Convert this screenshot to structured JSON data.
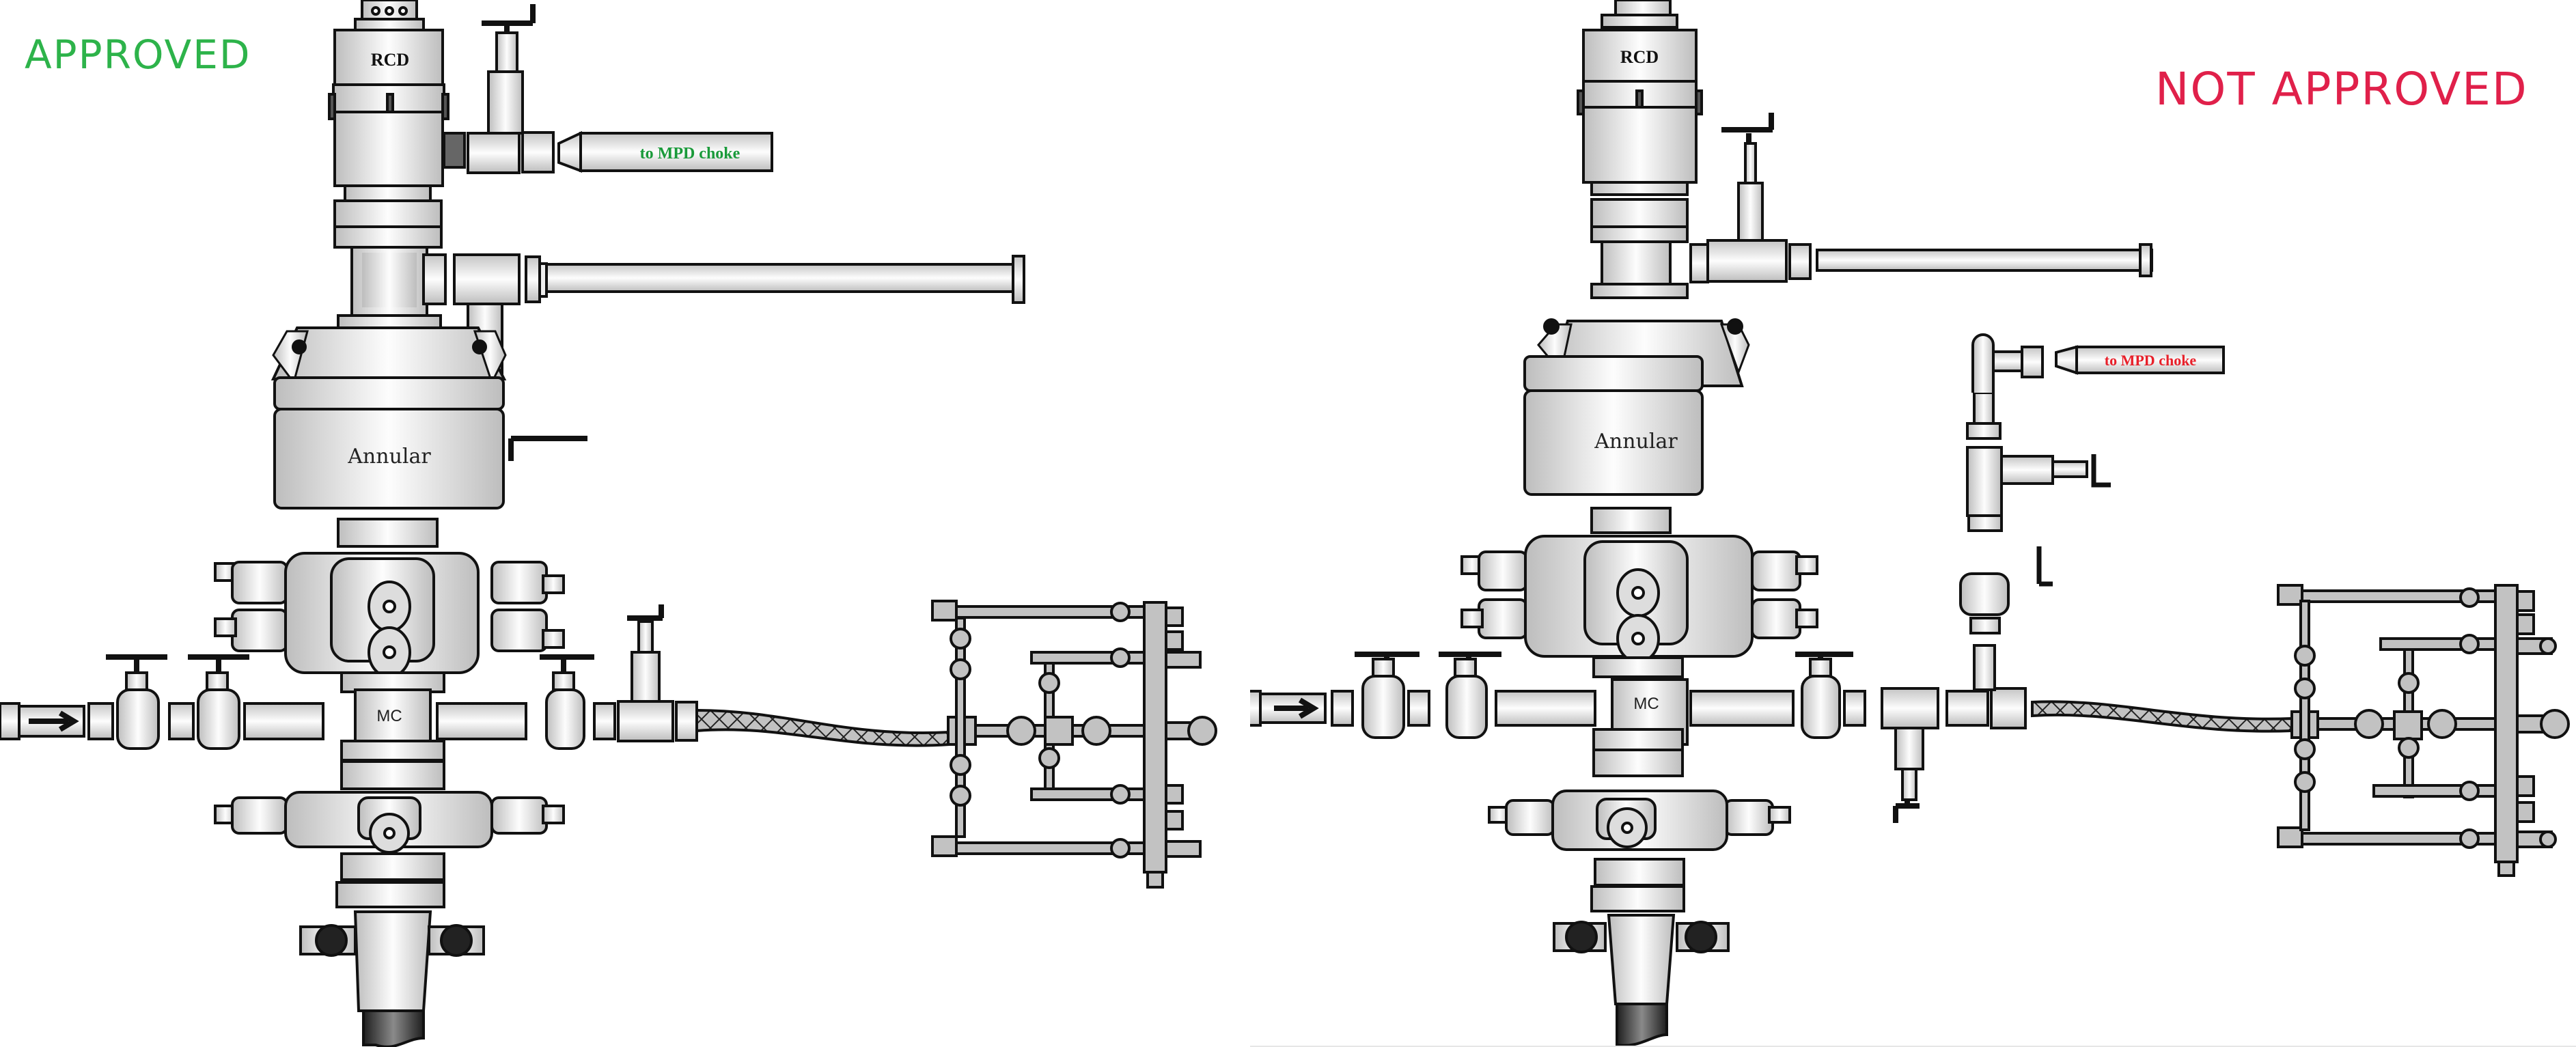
{
  "panels": [
    {
      "id": "left",
      "verdict": "APPROVED",
      "verdict_color": "#2db34a",
      "labels": {
        "rcd": "RCD",
        "annular": "Annular",
        "mud_cross": "MC",
        "mpd_outlet": "to MPD choke"
      },
      "mpd_outlet_color": "#1a9a3a",
      "description": "MPD flow line taken directly from RCD outlet"
    },
    {
      "id": "right",
      "verdict": "NOT APPROVED",
      "verdict_color": "#e0204a",
      "labels": {
        "rcd": "RCD",
        "annular": "Annular",
        "mud_cross": "MC",
        "mpd_outlet": "to MPD choke"
      },
      "mpd_outlet_color": "#e8202a",
      "description": "MPD flow line teed off the choke line downstream of the mud cross"
    }
  ],
  "colors": {
    "steel_light": "#fbfbfb",
    "steel_mid": "#d8d8d8",
    "steel_dark": "#bdbdbd",
    "manifold_gray": "#c2c2c2",
    "outline": "#111111",
    "casing_dark": "#2a2a2a"
  }
}
